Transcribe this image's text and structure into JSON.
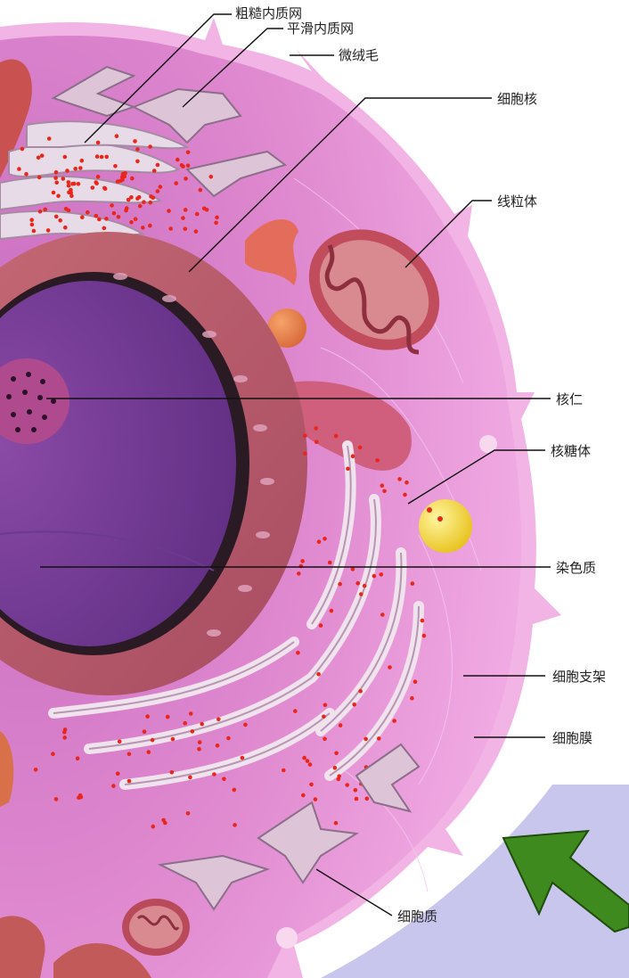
{
  "labels": {
    "rough_er": "粗糙内质网",
    "smooth_er": "平滑内质网",
    "microvilli": "微绒毛",
    "nucleus": "细胞核",
    "mitochondrion": "线粒体",
    "nucleolus": "核仁",
    "ribosome": "核糖体",
    "chromatin": "染色质",
    "cytoskeleton": "细胞支架",
    "cell_membrane": "细胞膜",
    "cytoplasm": "细胞质"
  },
  "colors": {
    "cytoplasm": "#e48fd2",
    "membrane": "#f3b4e6",
    "background_shadow": "#c7c3ee",
    "nucleus_interior": "#7a3f95",
    "nuclear_envelope": "#b85a6e",
    "organelle_pale": "#e9dce6",
    "ribosome": "#e8261b",
    "mitochondrion": "#b84a5a",
    "vesicle_yellow": "#f7e23e",
    "arrow_green": "#3f8a1f"
  },
  "icons": {
    "direction_arrow": "arrow-up-left-icon"
  }
}
